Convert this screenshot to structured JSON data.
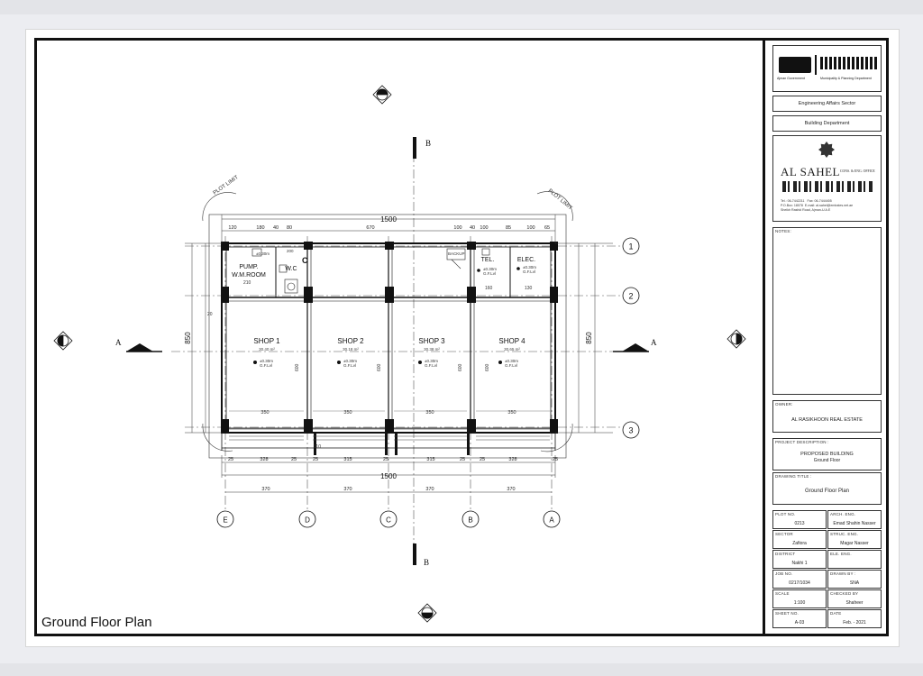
{
  "plan": {
    "title": "Ground Floor Plan",
    "overall_dims": {
      "top": "1500",
      "bottom": "1500",
      "left": "850",
      "right": "850"
    },
    "top_segments": [
      "120",
      "180",
      "40",
      "80",
      "670",
      "100",
      "40",
      "100",
      "85",
      "100",
      "65"
    ],
    "bottom_segments": [
      "25",
      "328",
      "25",
      "25",
      "315",
      "25",
      "315",
      "25",
      "25",
      "328",
      "25"
    ],
    "axis_spacing": [
      "370",
      "370",
      "370",
      "370"
    ],
    "shop_widths": [
      "350",
      "350",
      "350",
      "350"
    ],
    "grid_rows": [
      "1",
      "2",
      "3"
    ],
    "grid_cols": [
      "E",
      "D",
      "C",
      "B",
      "A"
    ],
    "section_labels": {
      "a": "A",
      "b": "B"
    },
    "plot_limit": "PLOT LIMIT",
    "rooms": [
      {
        "name": "PUMP.\nW.M.ROOM",
        "area": "",
        "level": "±0.30m",
        "lvl": "G.F.Lvl"
      },
      {
        "name": "W.C",
        "area": "",
        "level": "",
        "lvl": ""
      },
      {
        "name": "SHOP 1",
        "area": "30.40 m²",
        "level": "±0.30m",
        "lvl": "G.F.Lvl"
      },
      {
        "name": "SHOP 2",
        "area": "30.18 m²",
        "level": "±0.30m",
        "lvl": "G.F.Lvl"
      },
      {
        "name": "SHOP 3",
        "area": "30.38 m²",
        "level": "±0.30m",
        "lvl": "G.F.Lvl"
      },
      {
        "name": "SHOP 4",
        "area": "30.65 m²",
        "level": "±0.30m",
        "lvl": "G.F.Lvl"
      },
      {
        "name": "TEL.",
        "area": "",
        "level": "±0.30m",
        "lvl": "G.F.Lvl"
      },
      {
        "name": "ELEC.",
        "area": "",
        "level": "±0.30m",
        "lvl": "G.F.Lvl"
      }
    ],
    "misc_dims": {
      "pump_width": "210",
      "tel_width": "160",
      "elec_width": "130",
      "shop_height": "600",
      "side_a": "850",
      "d1": "20",
      "d2": "110"
    },
    "c_label": "C",
    "backup_label": "BACKUP",
    "detail_label": "200"
  },
  "title_block": {
    "municipality": "Municipality & Planning Department",
    "gov": "Ajman Government",
    "sector": "Engineering Affairs Sector",
    "department": "Building Department",
    "firm_name": "AL SAHEL",
    "firm_sub": "CONS. & ENG. OFFICE",
    "firm_contact": [
      "Tel.: 06-7442211",
      "Fax: 06-7444405",
      "P.O.Box: 18078",
      "E-mail: al-sahel@emirates.net.ae",
      "Sheikh Rashid Road, Ajman-U.A.E"
    ],
    "notes_label": "NOTES:",
    "owner_label": "OWNER:",
    "owner": "AL RASIKHOON REAL ESTATE",
    "project_label": "PROJECT DESCRIPTION :",
    "project": [
      "PROPOSED BUILDING",
      "Ground Floor"
    ],
    "drawing_label": "DRAWING TITLE :",
    "drawing_title": "Ground Floor Plan",
    "fields": [
      {
        "label": "PLOT NO.",
        "value": "0213"
      },
      {
        "label": "ARCH. ENG.",
        "value": "Emad Shahin Nasser"
      },
      {
        "label": "SECTOR",
        "value": "Zafiora"
      },
      {
        "label": "STRUC. ENG.",
        "value": "Magar Nasser"
      },
      {
        "label": "DISTRICT",
        "value": "Nakhi 1"
      },
      {
        "label": "ELE. ENG.",
        "value": ""
      },
      {
        "label": "JOB NO.",
        "value": "0217/1034"
      },
      {
        "label": "DRAWN BY :",
        "value": "SNA"
      },
      {
        "label": "SCALE",
        "value": "1:100"
      },
      {
        "label": "CHECKED BY",
        "value": "Shaheer"
      },
      {
        "label": "SHEET NO.",
        "value": "A-03"
      },
      {
        "label": "DATE",
        "value": "Feb. - 2021"
      }
    ]
  }
}
